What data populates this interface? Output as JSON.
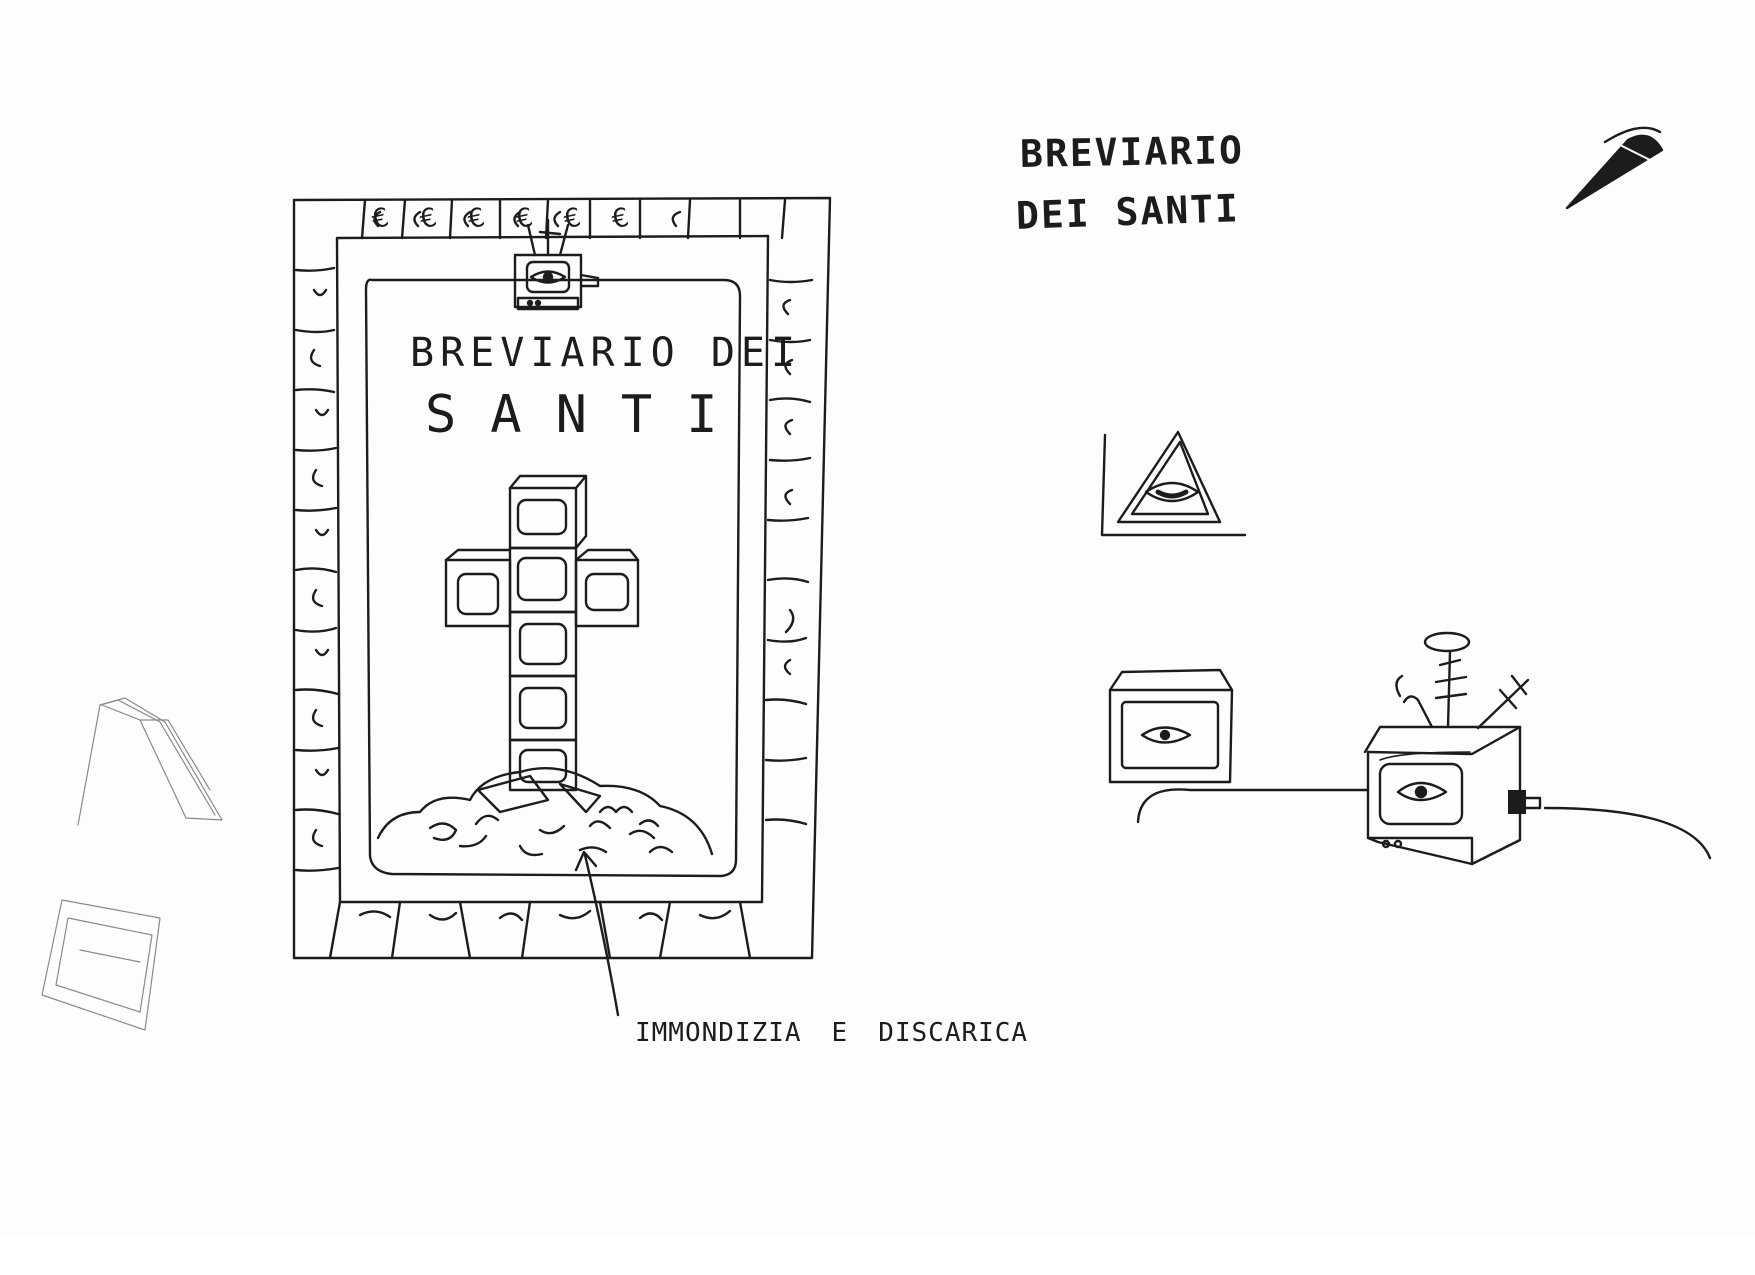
{
  "side_title": {
    "line1": "BREVIARIO",
    "line2": "DEI SANTI"
  },
  "cover_title": {
    "line1": "BREVIARIO DEI",
    "line2": "SANTI"
  },
  "caption": {
    "part1": "IMMONDIZIA",
    "part2": "E",
    "part3": "DISCARICA"
  },
  "border_symbols": {
    "top": [
      "€",
      "€",
      "€",
      "€",
      "€",
      "€"
    ]
  },
  "colors": {
    "ink": "#1c1c1c",
    "pencil": "#8a8a8a",
    "paper": "#fcfdff"
  },
  "icons": [
    "eye-icon",
    "eye-in-triangle-icon",
    "cross-icon",
    "television-icon",
    "antenna-icon",
    "pen-nib-icon",
    "trash-pile-icon",
    "arrow-icon"
  ]
}
